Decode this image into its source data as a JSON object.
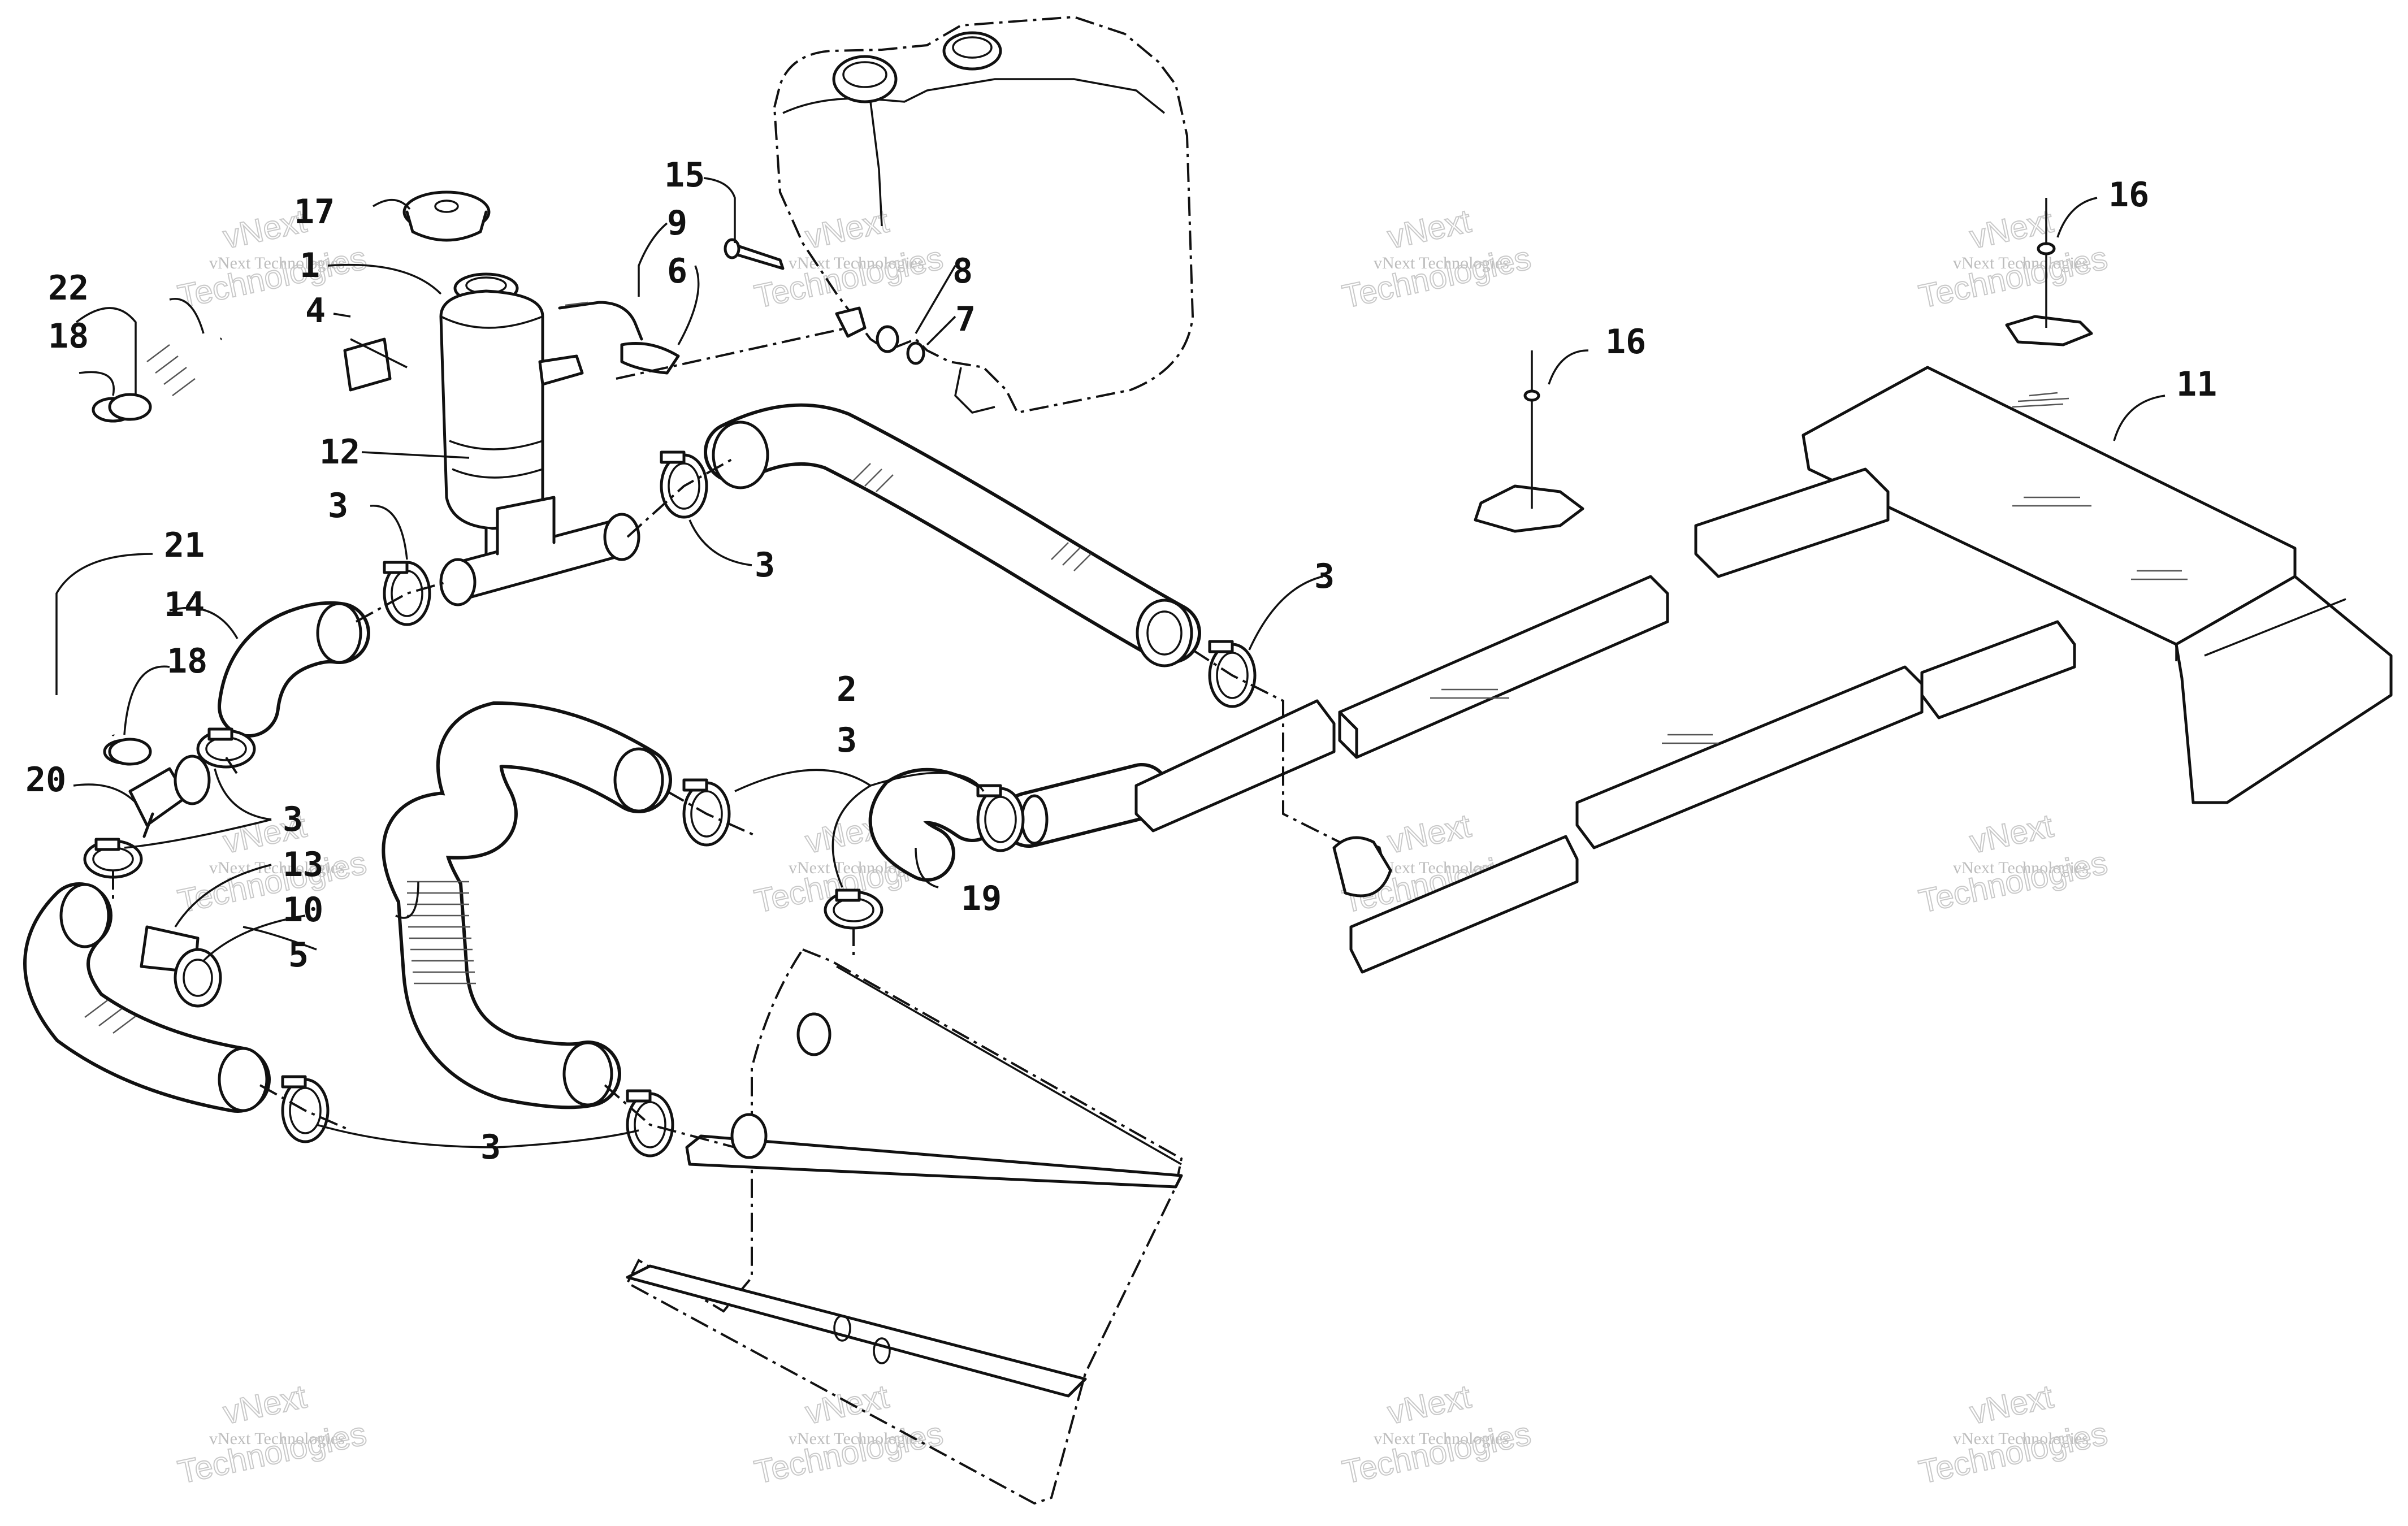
{
  "watermark": {
    "line1": "vNext",
    "line2": "Technologies",
    "small": "vNext Technologies"
  },
  "callouts": {
    "c1": "1",
    "c2": "2",
    "c3a": "3",
    "c3b": "3",
    "c3c": "3",
    "c3d": "3",
    "c3e": "3",
    "c3f": "3",
    "c4": "4",
    "c5": "5",
    "c6": "6",
    "c7": "7",
    "c8": "8",
    "c9": "9",
    "c10": "10",
    "c11": "11",
    "c12": "12",
    "c13": "13",
    "c14": "14",
    "c15": "15",
    "c16a": "16",
    "c16b": "16",
    "c17": "17",
    "c18a": "18",
    "c18b": "18",
    "c19": "19",
    "c20": "20",
    "c21": "21",
    "c22": "22"
  }
}
